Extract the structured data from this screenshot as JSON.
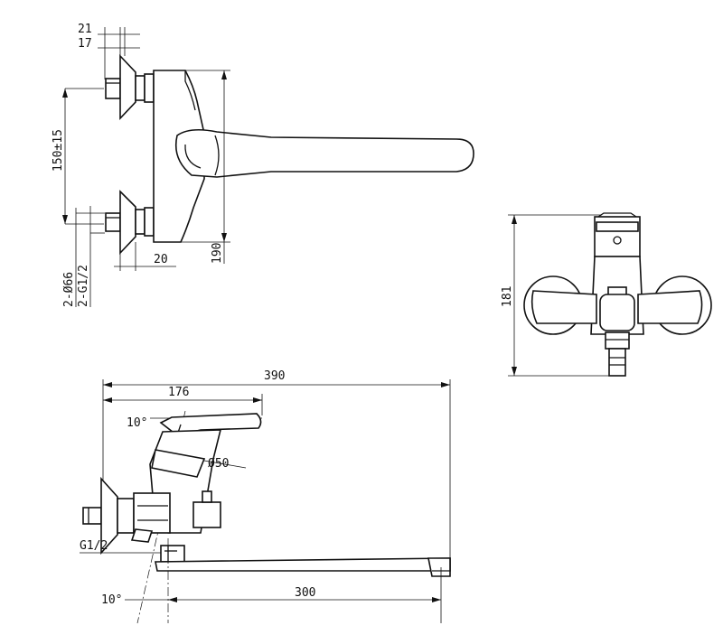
{
  "dimensions": {
    "d21": "21",
    "d17": "17",
    "d150": "150±15",
    "d66": "2-Ø66",
    "dG12a": "2-G1/2",
    "d20": "20",
    "d190": "190",
    "d181": "181",
    "d390": "390",
    "d176": "176",
    "d10a": "10°",
    "d50": "Ø50",
    "dG12b": "G1/2",
    "d10b": "10°",
    "d300": "300"
  }
}
